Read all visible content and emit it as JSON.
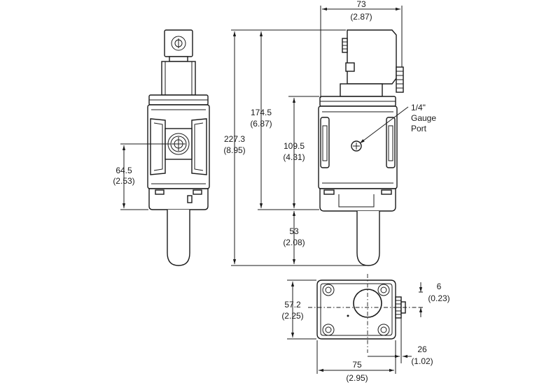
{
  "dimensions": {
    "width_top": {
      "mm": "73",
      "inch": "(2.87)"
    },
    "height_total": {
      "mm": "227.3",
      "inch": "(8.95)"
    },
    "height_upper": {
      "mm": "174.5",
      "inch": "(6.87)"
    },
    "height_body": {
      "mm": "109.5",
      "inch": "(4.31)"
    },
    "height_port": {
      "mm": "64.5",
      "inch": "(2.53)"
    },
    "height_bowl": {
      "mm": "53",
      "inch": "(2.08)"
    },
    "depth_base": {
      "mm": "57.2",
      "inch": "(2.25)"
    },
    "width_base": {
      "mm": "75",
      "inch": "(2.95)"
    },
    "offset_small": {
      "mm": "6",
      "inch": "(0.23)"
    },
    "offset_conn": {
      "mm": "26",
      "inch": "(1.02)"
    }
  },
  "gauge_port": {
    "line1": "1/4\"",
    "line2": "Gauge",
    "line3": "Port"
  }
}
